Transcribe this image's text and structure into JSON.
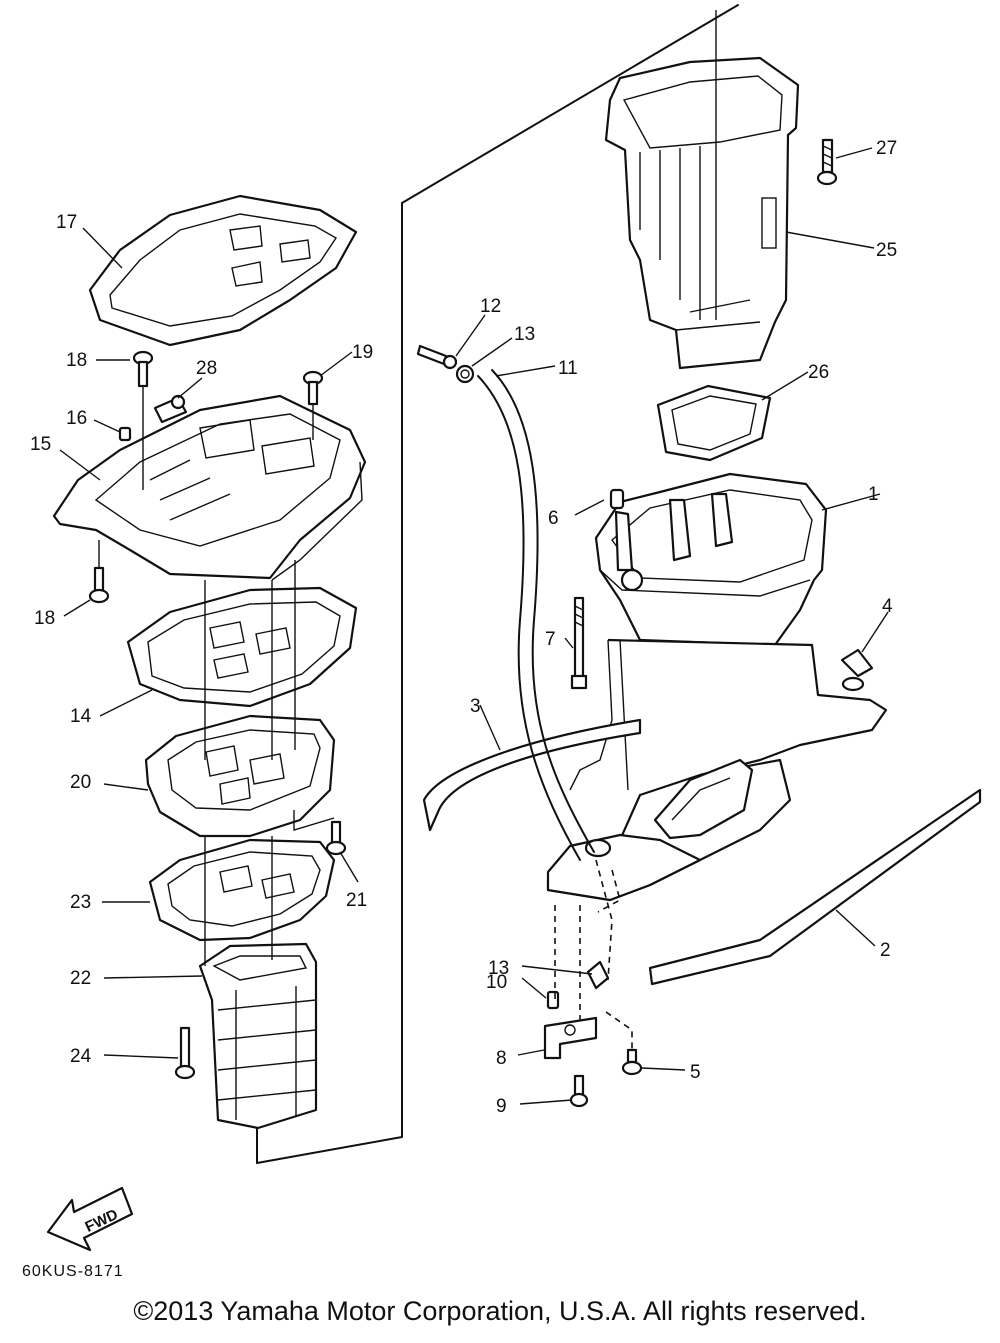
{
  "diagram_code": "60KUS-8171",
  "copyright": "©2013 Yamaha Motor Corporation, U.S.A. All rights reserved.",
  "fwd_label": "FWD",
  "callouts": {
    "c1": "1",
    "c2": "2",
    "c3": "3",
    "c4": "4",
    "c5": "5",
    "c6": "6",
    "c7": "7",
    "c8": "8",
    "c9": "9",
    "c10": "10",
    "c11": "11",
    "c12": "12",
    "c13a": "13",
    "c13b": "13",
    "c14": "14",
    "c15": "15",
    "c16": "16",
    "c17": "17",
    "c18a": "18",
    "c18b": "18",
    "c19": "19",
    "c20": "20",
    "c21": "21",
    "c22": "22",
    "c23": "23",
    "c24": "24",
    "c25": "25",
    "c26": "26",
    "c27": "27",
    "c28": "28"
  }
}
